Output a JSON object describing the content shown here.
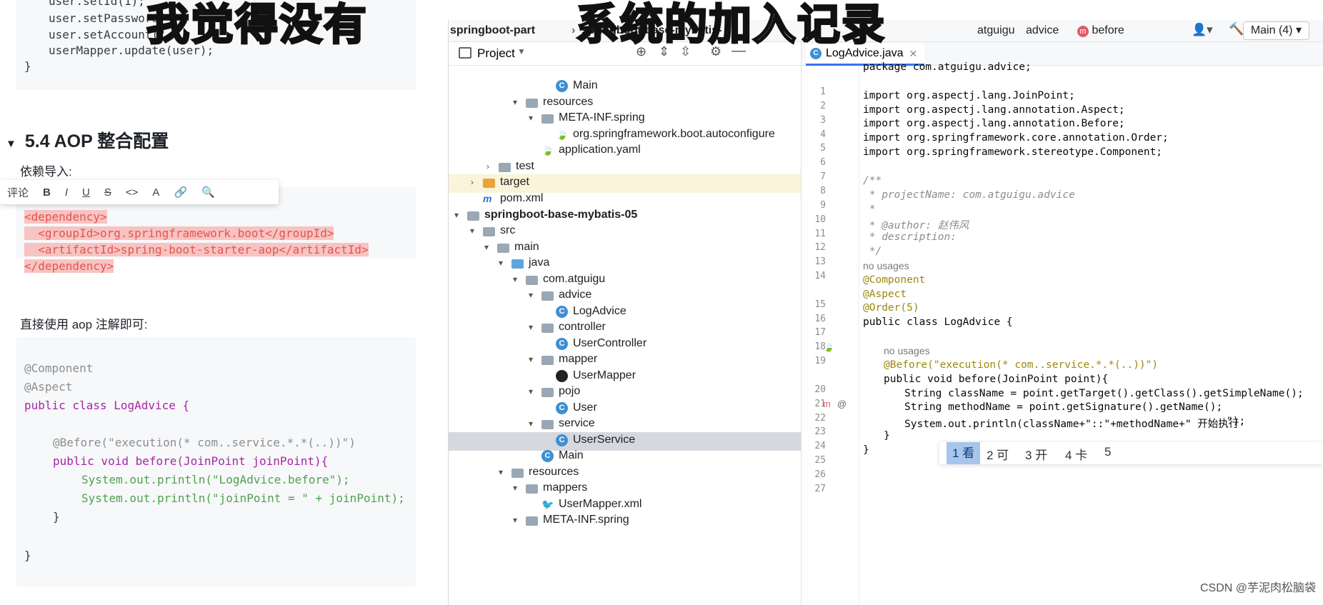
{
  "subtitle": {
    "left": "我觉得没有",
    "right": "系统的加入记录"
  },
  "doc": {
    "top_code": [
      "user.setId(1);",
      "user.setPassword(",
      "user.setAccount(\"",
      "userMapper.update(user);",
      "}"
    ],
    "heading": "5.4 AOP 整合配置",
    "dep_label": "依赖导入:",
    "format_toolbar": [
      "评论",
      "B",
      "I",
      "U",
      "S",
      "<>",
      "A",
      "🔗",
      "🔍"
    ],
    "dependency_xml": [
      "<dependency>",
      "<groupId>org.springframework.boot</groupId>",
      "<artifactId>spring-boot-starter-aop</artifactId>",
      "</dependency>"
    ],
    "usage_label": "直接使用 aop 注解即可:",
    "example_code": [
      "@Component",
      "@Aspect",
      "public class LogAdvice {",
      "@Before(\"execution(* com..service.*.*(..))\")",
      "public void before(JoinPoint joinPoint){",
      "System.out.println(\"LogAdvice.before\");",
      "System.out.println(\"joinPoint = \" + joinPoint);",
      "}",
      "}"
    ]
  },
  "ide": {
    "breadcrumb": [
      "springboot-part",
      "springboot-base-mybatis-",
      "atguigu",
      "advice",
      "before"
    ],
    "run_config": "Main (4)",
    "project_label": "Project",
    "tab_label": "LogAdvice.java",
    "tree": [
      {
        "label": "Main",
        "type": "class"
      },
      {
        "label": "resources",
        "type": "folder"
      },
      {
        "label": "META-INF.spring",
        "type": "folder"
      },
      {
        "label": "org.springframework.boot.autoconfigure",
        "type": "file"
      },
      {
        "label": "application.yaml",
        "type": "file"
      },
      {
        "label": "test",
        "type": "folder"
      },
      {
        "label": "target",
        "type": "folder"
      },
      {
        "label": "pom.xml",
        "type": "file"
      },
      {
        "label": "springboot-base-mybatis-05",
        "type": "module"
      },
      {
        "label": "src",
        "type": "folder"
      },
      {
        "label": "main",
        "type": "folder"
      },
      {
        "label": "java",
        "type": "folder"
      },
      {
        "label": "com.atguigu",
        "type": "folder"
      },
      {
        "label": "advice",
        "type": "folder"
      },
      {
        "label": "LogAdvice",
        "type": "class"
      },
      {
        "label": "controller",
        "type": "folder"
      },
      {
        "label": "UserController",
        "type": "class"
      },
      {
        "label": "mapper",
        "type": "folder"
      },
      {
        "label": "UserMapper",
        "type": "interface"
      },
      {
        "label": "pojo",
        "type": "folder"
      },
      {
        "label": "User",
        "type": "class"
      },
      {
        "label": "service",
        "type": "folder"
      },
      {
        "label": "UserService",
        "type": "class"
      },
      {
        "label": "Main",
        "type": "class"
      },
      {
        "label": "resources",
        "type": "folder"
      },
      {
        "label": "mappers",
        "type": "folder"
      },
      {
        "label": "UserMapper.xml",
        "type": "file"
      },
      {
        "label": "META-INF.spring",
        "type": "folder"
      }
    ],
    "line_numbers": [
      "1",
      "2",
      "3",
      "4",
      "5",
      "6",
      "7",
      "8",
      "9",
      "10",
      "11",
      "12",
      "13",
      "14",
      "15",
      "16",
      "17",
      "18",
      "19",
      "20",
      "21",
      "22",
      "23",
      "24",
      "25",
      "26",
      "27"
    ],
    "code": {
      "l1": "package com.atguigu.advice;",
      "l3": "import org.aspectj.lang.JoinPoint;",
      "l4": "import org.aspectj.lang.annotation.Aspect;",
      "l5": "import org.aspectj.lang.annotation.Before;",
      "l6": "import org.springframework.core.annotation.Order;",
      "l7": "import org.springframework.stereotype.Component;",
      "l9": "/**",
      "l10": " * projectName: com.atguigu.advice",
      "l11": " *",
      "l12": " * @author: 赵伟风",
      "l13": " * description:",
      "l14": " */",
      "usage1": "no usages",
      "l15": "@Component",
      "l16": "@Aspect",
      "l17": "@Order(5)",
      "l18": "public class LogAdvice {",
      "usage2": "no usages",
      "l20": "@Before(\"execution(* com..service.*.*(..))\")",
      "l21": "public void before(JoinPoint point){",
      "l22": "String className = point.getTarget().getClass().getSimpleName();",
      "l23": "String methodName = point.getSignature().getName();",
      "l24": "System.out.println(className+\"::\"+methodName+\" 开始执行",
      "l25": "}",
      "l26": "}"
    },
    "ime_candidates": [
      "1 看",
      "2 可",
      "3 开",
      "4 卡",
      "5"
    ]
  },
  "watermark": "CSDN @芋泥肉松脑袋"
}
